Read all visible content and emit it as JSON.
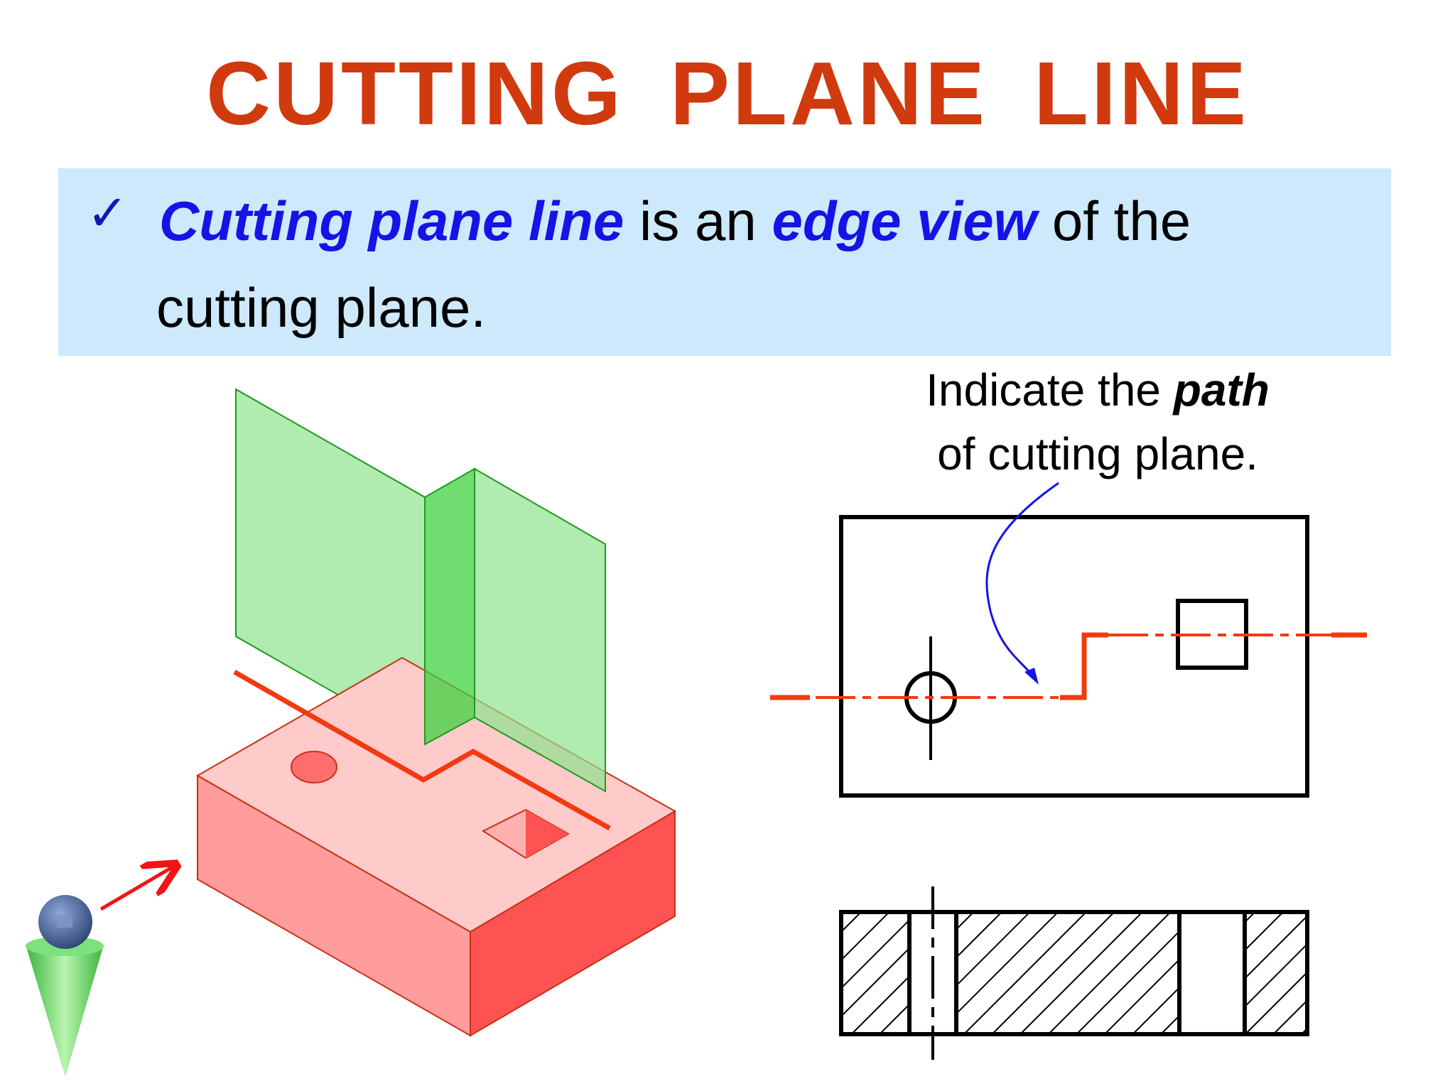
{
  "slide": {
    "title": "CUTTING  PLANE  LINE",
    "colors": {
      "title": "#d03a0e",
      "highlight": "#1414e6",
      "check": "#1414b4",
      "banner": "#cde9fb",
      "cutting_line": "#f03a10",
      "plane": "#5fd35f",
      "block": "#ff5b5b"
    }
  },
  "definition": {
    "check_icon": "check-mark-icon",
    "term": "Cutting plane line",
    "connector": " is an ",
    "key_phrase": "edge view",
    "tail": " of the",
    "line2": "cutting plane."
  },
  "callout": {
    "line1_prefix": "Indicate the ",
    "line1_emphasis": "path",
    "line2": "of cutting plane."
  }
}
